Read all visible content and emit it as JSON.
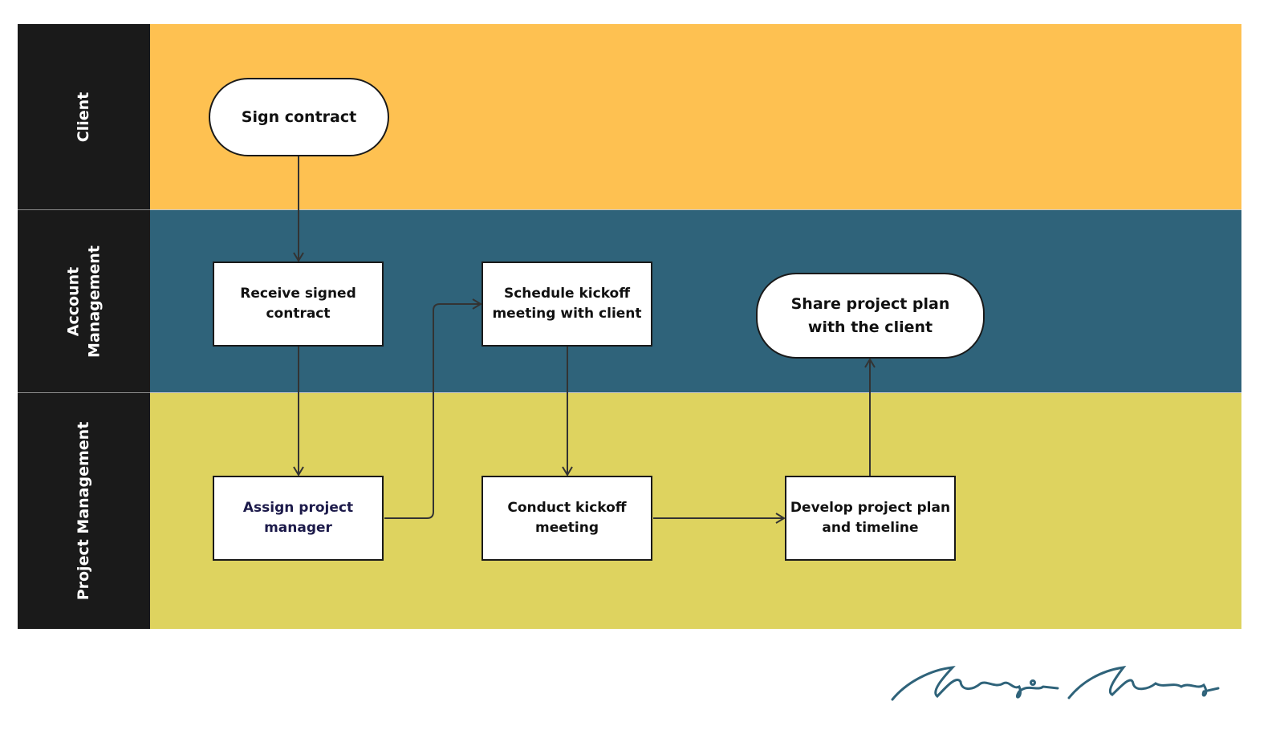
{
  "colors": {
    "label_bg": "#1a1a1a",
    "client": "#FEC151",
    "account_management": "#2F637A",
    "project_management": "#DED35F",
    "signature": "#2F637A"
  },
  "lanes": [
    {
      "label": "Client"
    },
    {
      "label": "Account Management"
    },
    {
      "label": "Project Management"
    }
  ],
  "nodes": {
    "sign_contract": "Sign contract",
    "receive_contract": "Receive signed contract",
    "schedule_kickoff": "Schedule kickoff meeting with client",
    "share_plan": "Share project plan with the client",
    "assign_pm": "Assign project manager",
    "conduct_kickoff": "Conduct kickoff meeting",
    "develop_plan": "Develop project plan and timeline"
  },
  "signature": "Marquis Murray"
}
